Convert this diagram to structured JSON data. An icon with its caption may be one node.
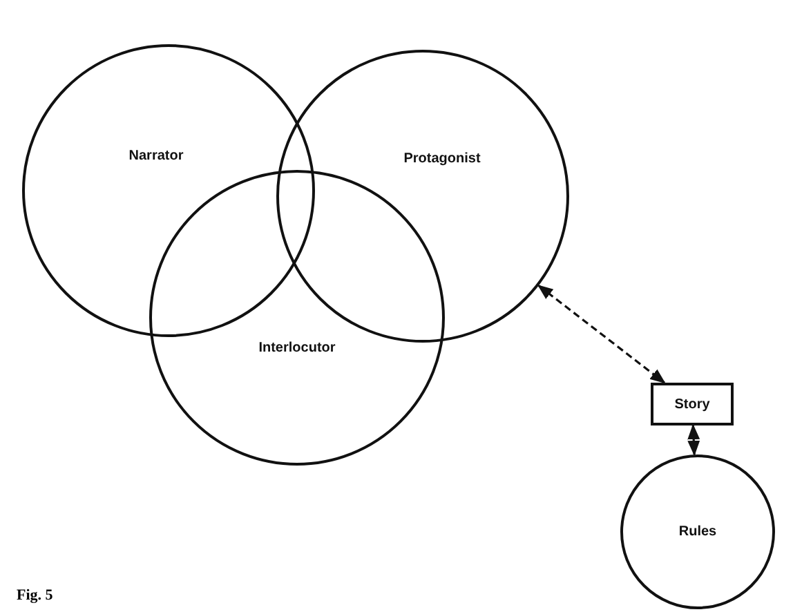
{
  "diagram": {
    "caption": "Fig. 5",
    "nodes": [
      {
        "text": [
          "Narrator"
        ]
      },
      {
        "text": [
          "Protagonist"
        ]
      },
      {
        "text": [
          "Interlocutor"
        ]
      },
      {
        "text": [
          "Story"
        ]
      },
      {
        "text": [
          "Rules"
        ]
      }
    ],
    "edges": [
      {
        "from": 1,
        "to": 3,
        "arrow": "both",
        "style": "dashed"
      },
      {
        "from": 3,
        "to": 4,
        "arrow": "both",
        "style": "dashed"
      }
    ]
  }
}
